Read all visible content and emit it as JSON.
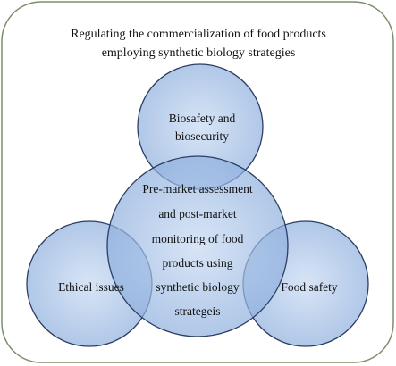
{
  "title": {
    "line1": "Regulating the commercialization of food products",
    "line2": "employing synthetic biology strategies"
  },
  "circles": {
    "top": {
      "line1": "Biosafety and",
      "line2": "biosecurity"
    },
    "center": {
      "line1": "Pre-market assessment",
      "line2": "and post-market",
      "line3": "monitoring of food",
      "line4": "products using",
      "line5": "synthetic biology",
      "line6": "strategeis"
    },
    "left": {
      "line1": "Ethical issues"
    },
    "right": {
      "line1": "Food safety"
    }
  },
  "colors": {
    "circle_fill": "#9fbde6",
    "circle_stroke": "#2c3e63",
    "frame_stroke": "#7d8f6a"
  }
}
